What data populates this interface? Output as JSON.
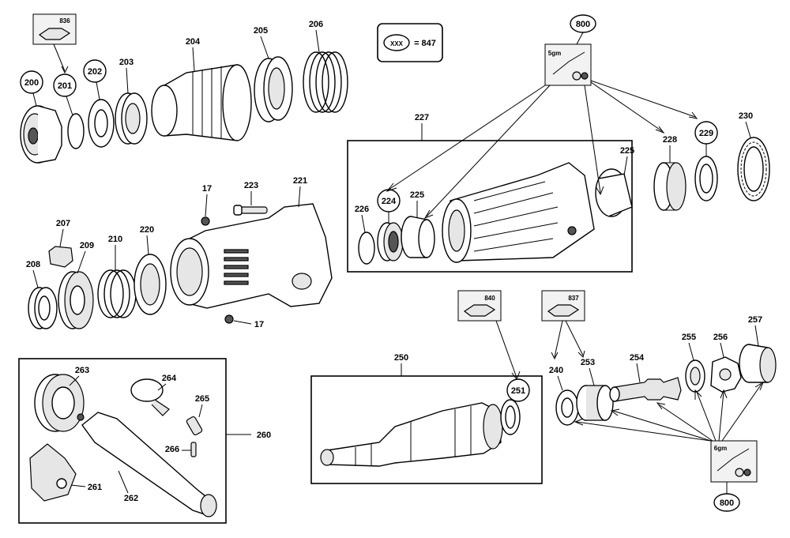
{
  "legend": {
    "code": "XXX",
    "value": "= 847"
  },
  "kit_labels": {
    "kit_836": "836",
    "kit_840": "840",
    "kit_837": "837",
    "grease_5gm": "5gm",
    "grease_6gm": "6gm"
  },
  "circled_labels": {
    "c800_top": "800",
    "c800_bottom": "800",
    "c200": "200",
    "c201": "201",
    "c202": "202",
    "c224": "224",
    "c229": "229",
    "c251": "251"
  },
  "labels": {
    "l203": "203",
    "l204": "204",
    "l205": "205",
    "l206": "206",
    "l207": "207",
    "l208": "208",
    "l209": "209",
    "l210": "210",
    "l220": "220",
    "l221": "221",
    "l223": "223",
    "l17a": "17",
    "l17b": "17",
    "l225a": "225",
    "l225b": "225",
    "l226": "226",
    "l227": "227",
    "l228": "228",
    "l230": "230",
    "l240": "240",
    "l250": "250",
    "l253": "253",
    "l254": "254",
    "l255": "255",
    "l256": "256",
    "l257": "257",
    "l260": "260",
    "l261": "261",
    "l262": "262",
    "l263": "263",
    "l264": "264",
    "l265": "265",
    "l266": "266"
  }
}
